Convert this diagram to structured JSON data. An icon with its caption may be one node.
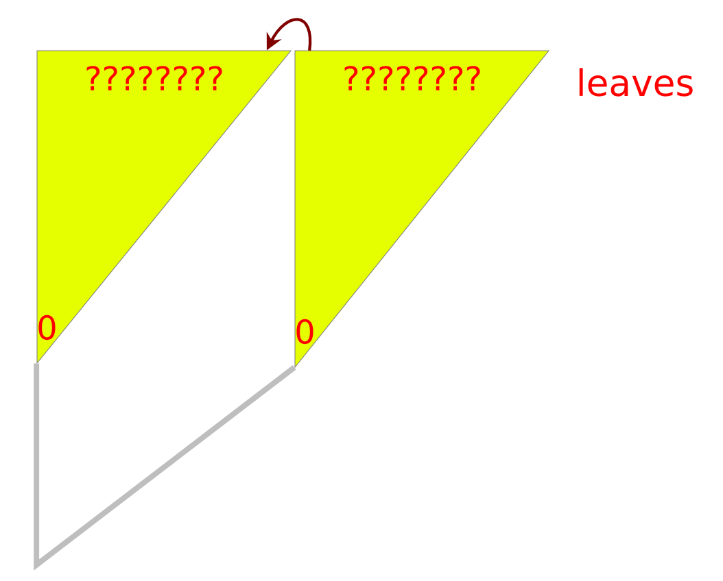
{
  "diagram": {
    "nodes": [
      {
        "text": [
          "????????",
          "0"
        ]
      },
      {
        "text": [
          "????????",
          "0"
        ]
      }
    ],
    "edges": [
      {
        "from": 0,
        "to": 1,
        "arrow": "none",
        "style": "thick",
        "color": "#bebebe"
      },
      {
        "from": 1,
        "to": 0,
        "arrow": "to",
        "color": "#800000"
      }
    ],
    "labels": [
      "leaves"
    ]
  }
}
